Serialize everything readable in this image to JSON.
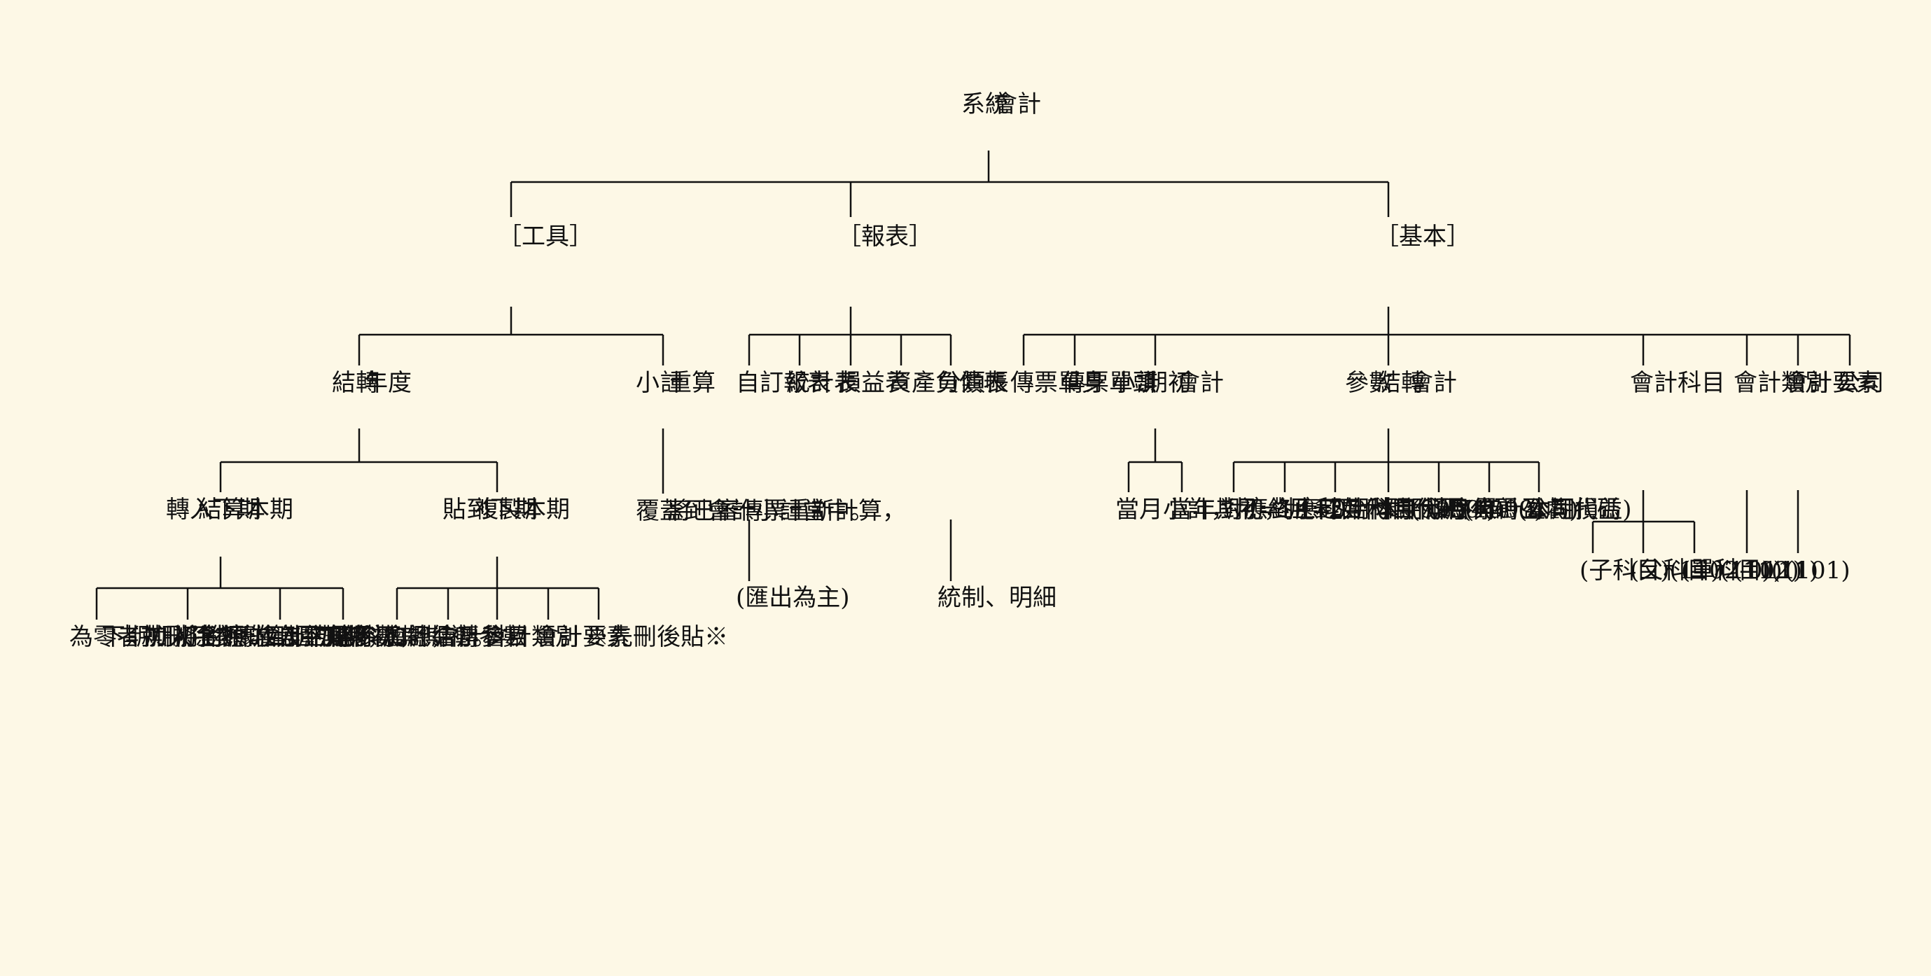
{
  "root": {
    "cols": [
      "會計",
      "系統"
    ]
  },
  "branch_tools": {
    "cols": [
      "［工具］"
    ]
  },
  "branch_reports": {
    "cols": [
      "［報表］"
    ]
  },
  "branch_basic": {
    "cols": [
      "［基本］"
    ]
  },
  "tools": {
    "year_end": {
      "cols": [
        "年度",
        "結轉"
      ],
      "carry_forward": {
        "cols": [
          "結算本期",
          "轉入下期"
        ],
        "leaves": [
          {
            "cols": [
              "下期期初金額",
              "為零者就刪除"
            ]
          },
          {
            "cols": [
              "依據會計結轉參數，",
              "將對應的範圍加總，",
              "加入下期科目期初。"
            ]
          },
          {
            "cols": [
              "1~3各科加總，",
              "放入下期期初。"
            ]
          },
          {
            "cols": [
              "刪除下期期初。"
            ]
          }
        ]
      },
      "copy_paste": {
        "cols": [
          "複製本期",
          "貼到下期"
        ],
        "leaves": [
          {
            "cols": [
              "會計結轉參數"
            ]
          },
          {
            "cols": [
              "會計科目"
            ]
          },
          {
            "cols": [
              "會計類別"
            ]
          },
          {
            "cols": [
              "會計要素"
            ]
          },
          {
            "cols": [
              "※先刪後貼※"
            ]
          }
        ]
      }
    },
    "recalc": {
      "cols": [
        "重算",
        "小計"
      ],
      "desc": {
        "cols": [
          "將已審傳票重新計算，",
          "覆蓋到會計小計當中。"
        ]
      }
    }
  },
  "reports": [
    {
      "cols": [
        "自訂報表"
      ],
      "child": {
        "cols": [
          "(匯出為主)"
        ]
      }
    },
    {
      "cols": [
        "統計表"
      ]
    },
    {
      "cols": [
        "損益表"
      ]
    },
    {
      "cols": [
        "資產負債表"
      ]
    },
    {
      "cols": [
        "分類帳"
      ],
      "child": {
        "cols": [
          "統制、明細"
        ]
      }
    }
  ],
  "basic": {
    "voucher_body": {
      "cols": [
        "傳票單身"
      ]
    },
    "voucher_head": {
      "cols": [
        "傳票單頭"
      ]
    },
    "opening_subtotal": {
      "cols": [
        "會計",
        "期初",
        "小計"
      ],
      "children": [
        {
          "cols": [
            "當年期初，月=0"
          ]
        },
        {
          "cols": [
            "當月小計，月=1~12"
          ]
        }
      ]
    },
    "carry_params": {
      "cols": [
        "會計",
        "結轉",
        "參數"
      ],
      "children": [
        {
          "cols": [
            "公司代碼"
          ]
        },
        {
          "cols": [
            "年"
          ]
        },
        {
          "cols": [
            "順序"
          ]
        },
        {
          "cols": [
            "本期科目代碼(本期損益)"
          ]
        },
        {
          "cols": [
            "下期科目代碼(累計盈虧)"
          ]
        },
        {
          "cols": [
            "對應起始科目代碼(4)"
          ]
        },
        {
          "cols": [
            "對應終止科目代碼(9999-999)"
          ]
        }
      ]
    },
    "accounts": {
      "cols": [
        "會計科目"
      ],
      "children": [
        {
          "cols": [
            "(單科目)(1101)"
          ]
        },
        {
          "cols": [
            "(父科目)(1102)"
          ]
        },
        {
          "cols": [
            "(子科目)(1102-011)"
          ]
        }
      ]
    },
    "categories": {
      "cols": [
        "會計類別"
      ],
      "child": {
        "cols": [
          "(11)"
        ]
      }
    },
    "elements": {
      "cols": [
        "會計要素"
      ],
      "child": {
        "cols": [
          "(1)"
        ]
      }
    },
    "company": {
      "cols": [
        "公司"
      ]
    }
  }
}
